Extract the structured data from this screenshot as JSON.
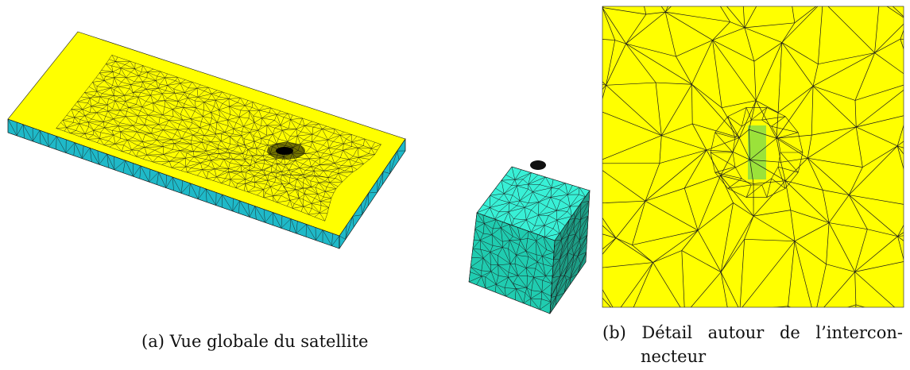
{
  "figure": {
    "colors": {
      "plate_top": "#ffff00",
      "plate_side": "#1fb9c8",
      "cube_top": "#38f0d6",
      "cube_left": "#20ccb0",
      "cube_right": "#1d9e86",
      "cap_part": "#111111",
      "detail_background": "#ffff00",
      "interconnector": "#9be23a",
      "mesh_lines": "#1a1a1a"
    },
    "captions": {
      "a": {
        "number": "(a)",
        "text": "Vue globale du satellite"
      },
      "b": {
        "number": "(b)",
        "line1": [
          "Détail",
          "autour",
          "de",
          "l’intercon-"
        ],
        "line2": "necteur"
      }
    }
  }
}
